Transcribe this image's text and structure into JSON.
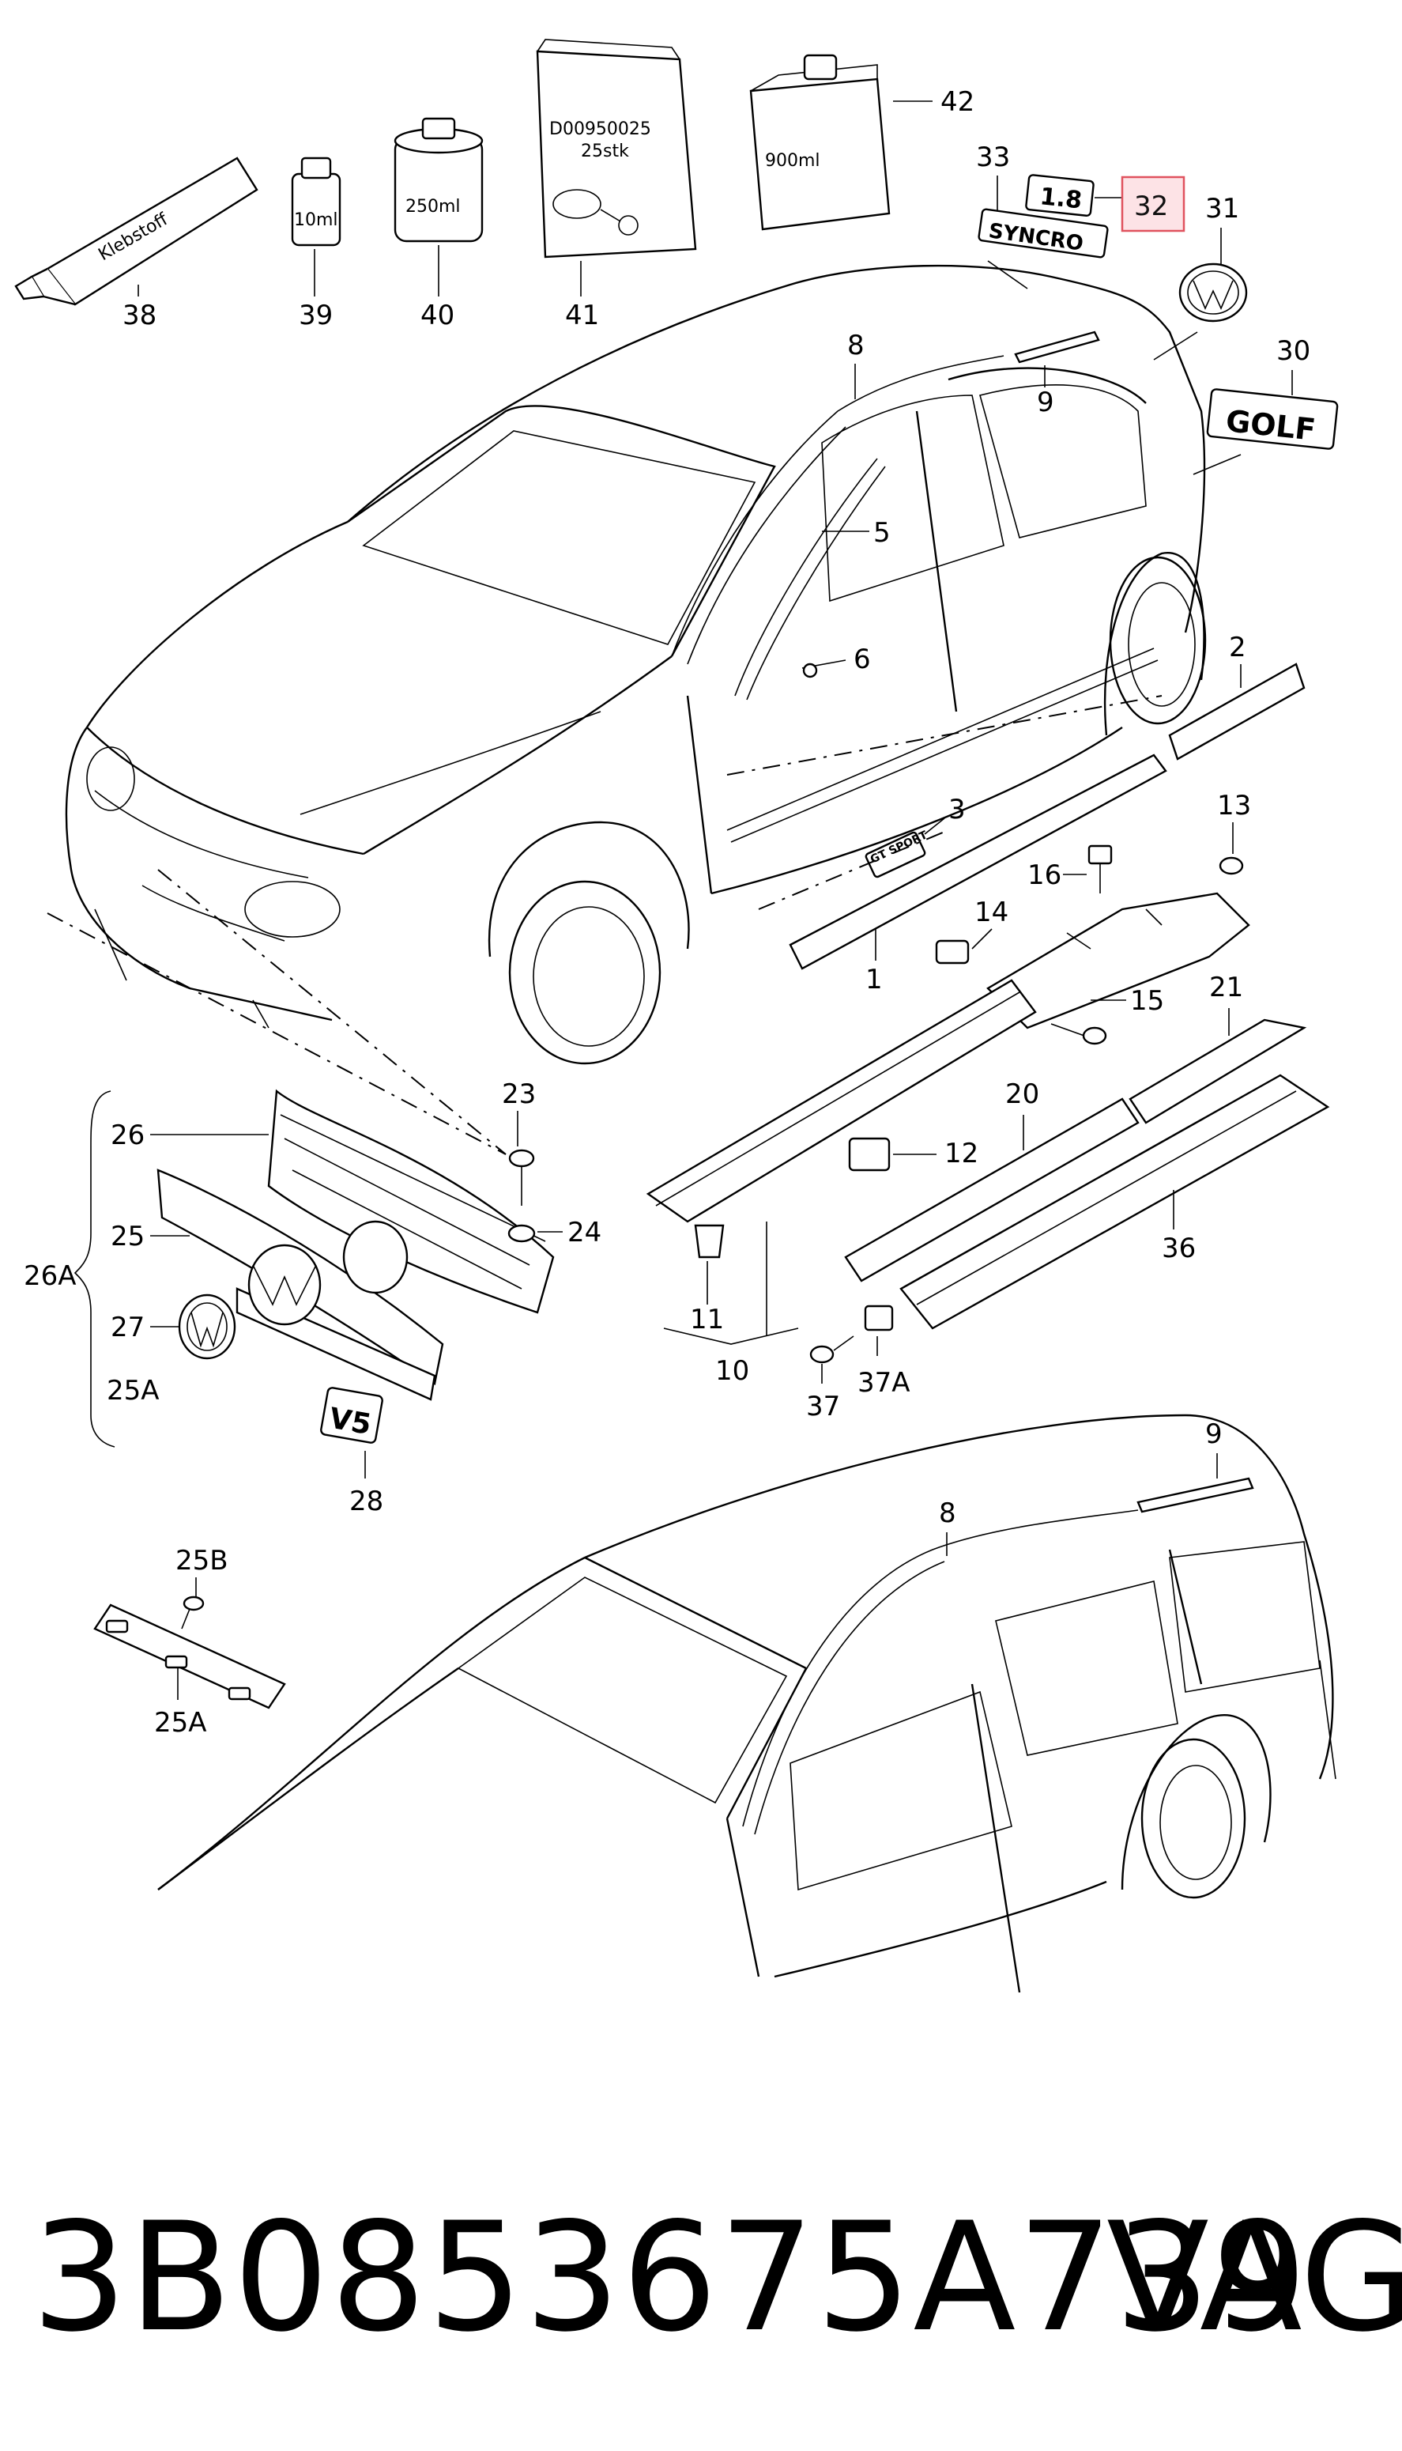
{
  "parts": {
    "p1": "1",
    "p2": "2",
    "p3": "3",
    "p5": "5",
    "p6": "6",
    "p8": "8",
    "p9": "9",
    "p10": "10",
    "p11": "11",
    "p12": "12",
    "p13": "13",
    "p14": "14",
    "p15": "15",
    "p16": "16",
    "p20": "20",
    "p21": "21",
    "p23": "23",
    "p24": "24",
    "p25": "25",
    "p25A": "25A",
    "p25B": "25B",
    "p26": "26",
    "p26A": "26A",
    "p27": "27",
    "p28": "28",
    "p30": "30",
    "p31": "31",
    "p32": "32",
    "p33": "33",
    "p36": "36",
    "p37": "37",
    "p37A": "37A",
    "p38": "38",
    "p39": "39",
    "p40": "40",
    "p41": "41",
    "p42": "42",
    "p8b": "8",
    "p9b": "9",
    "p25Ab": "25A"
  },
  "package_text": {
    "tube": "Klebstoff",
    "bottle_small": "10ml",
    "can_medium": "250ml",
    "bag_code": "D00950025",
    "bag_qty": "25stk",
    "canister": "900ml"
  },
  "badges": {
    "engine": "1.8",
    "syncro": "SYNCRO",
    "golf": "GOLF",
    "sport": "GT SPORT",
    "v5": "V5"
  },
  "highlight_color": "#e0525e",
  "footer": {
    "part_number": "3B0853675A739",
    "brand": "VAG"
  }
}
